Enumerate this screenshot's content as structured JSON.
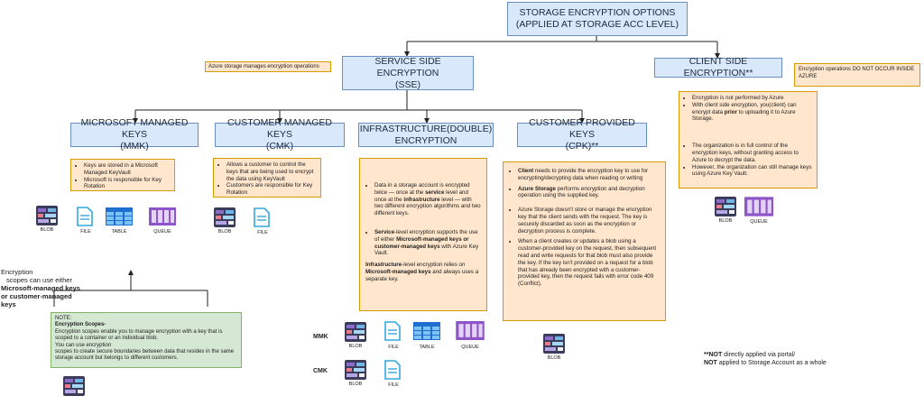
{
  "root": {
    "line1": "STORAGE ENCRYPTION OPTIONS",
    "line2": "(APPLIED AT STORAGE ACC LEVEL)"
  },
  "sse": {
    "line1": "SERVICE SIDE ENCRYPTION",
    "line2": "(SSE)",
    "note": "Azure storage manages encryption operations"
  },
  "cse": {
    "title": "CLIENT SIDE ENCRYPTION**",
    "note": "Encryption operations DO NOT OCCUR INSIDE AZURE",
    "bullets_a": [
      "Encryption is not performed by Azure",
      "With client side encryption, you(client) can encrypt data prior to uploading it to Azure Storage."
    ],
    "bullets_b": [
      "The organization is in full control of the encryption keys, without granting access to Azure to decrypt the data.",
      "However, the organization can still manage keys using Azure Key Vault."
    ],
    "b1_pre": "With client side encryption, you(client) can encrypt data ",
    "b1_bold": "prior",
    "b1_post": " to uploading it to Azure Storage.",
    "icons": [
      "BLOB",
      "QUEUE"
    ]
  },
  "mmk": {
    "line1": "MICROSOFT MANAGED KEYS",
    "line2": "(MMK)",
    "bullets": [
      "Keys are stored in a Microsoft Managed KeyVault",
      "Microsoft is responsible for Key Rotation"
    ],
    "icons": [
      "BLOB",
      "FILE",
      "TABLE",
      "QUEUE"
    ]
  },
  "cmk": {
    "line1": "CUSTOMER MANAGED KEYS",
    "line2": "(CMK)",
    "bullets": [
      "Allows a customer to control the keys that are being used to encrypt the data using KeyVault",
      "Customers are responsible for Key Rotation"
    ],
    "icons": [
      "BLOB",
      "FILE"
    ]
  },
  "infra": {
    "line1": "INFRASTRUCTURE(DOUBLE)",
    "line2": "ENCRYPTION",
    "p1_a": "Data in a storage account is encrypted twice — once at the ",
    "p1_b": "service",
    "p1_c": " level and once at the ",
    "p1_d": "infrastructure",
    "p1_e": " level — with two different encryption algorithms and two different keys.",
    "p2_a": "Service",
    "p2_b": "-level encryption supports the use of either ",
    "p2_c": "Microsoft-managed keys or customer-managed keys",
    "p2_d": " with Azure Key Vault.",
    "p3_a": "Infrastructure",
    "p3_b": "-level encryption relies on ",
    "p3_c": "Microsoft-managed keys",
    "p3_d": " and always uses a separate key.",
    "mmk_tag": "MMK",
    "cmk_tag": "CMK",
    "mmk_icons": [
      "BLOB",
      "FILE",
      "TABLE",
      "QUEUE"
    ],
    "cmk_icons": [
      "BLOB",
      "FILE"
    ]
  },
  "cpk": {
    "title_line1": "CUSTOMER PROVIDED KEYS",
    "title_line2": "(CPK)**",
    "p1_a": "Client",
    "p1_b": " needs to provide the encryption key to use for encrypting/decrypting data when reading or writing",
    "p2_a": "Azure Storage",
    "p2_b": " performs encryption and decryption operation using the supplied key.",
    "p3": "Azure Storage doesn't store or manage the encryption key that the client sends with the request. The key is securely discarded as soon as the encryption or decryption process is complete.",
    "p4": "When a client creates or updates a blob using a customer-provided key on the request, then subsequent read and write requests for that blob must also provide the key. If the key isn't provided on a request for a blob that has already been encrypted with a customer-provided key, then the request fails with error code 409 (Conflict).",
    "icon": "BLOB"
  },
  "scope_label": {
    "a": "Encryption",
    "b": "scopes can use either",
    "c": "Microsoft-managed keys",
    "d": "or customer-managed",
    "e": "keys"
  },
  "scope_note": {
    "l1": "NOTE:",
    "l2": "Encryption Scopes-",
    "l3": "Encryption scopes enable you to manage encryption with a key that is scoped to a container or an individual blob.",
    "l4": "You can use encryption",
    "l5": "scopes to create secure boundaries between data that resides in the same storage account but belongs to different customers.",
    "icon": "BLOB"
  },
  "footnote": {
    "l1_b": "**NOT",
    "l1_r": " directly applied via portal/",
    "l2_b": "NOT",
    "l2_r": " applied to Storage Account as a whole"
  },
  "colors": {
    "blue_fill": "#dae8fc",
    "blue_border": "#6c8ebf",
    "orange_fill": "#ffe6cc",
    "orange_border": "#d79b00",
    "green_fill": "#d5e8d4",
    "green_border": "#82b366"
  }
}
